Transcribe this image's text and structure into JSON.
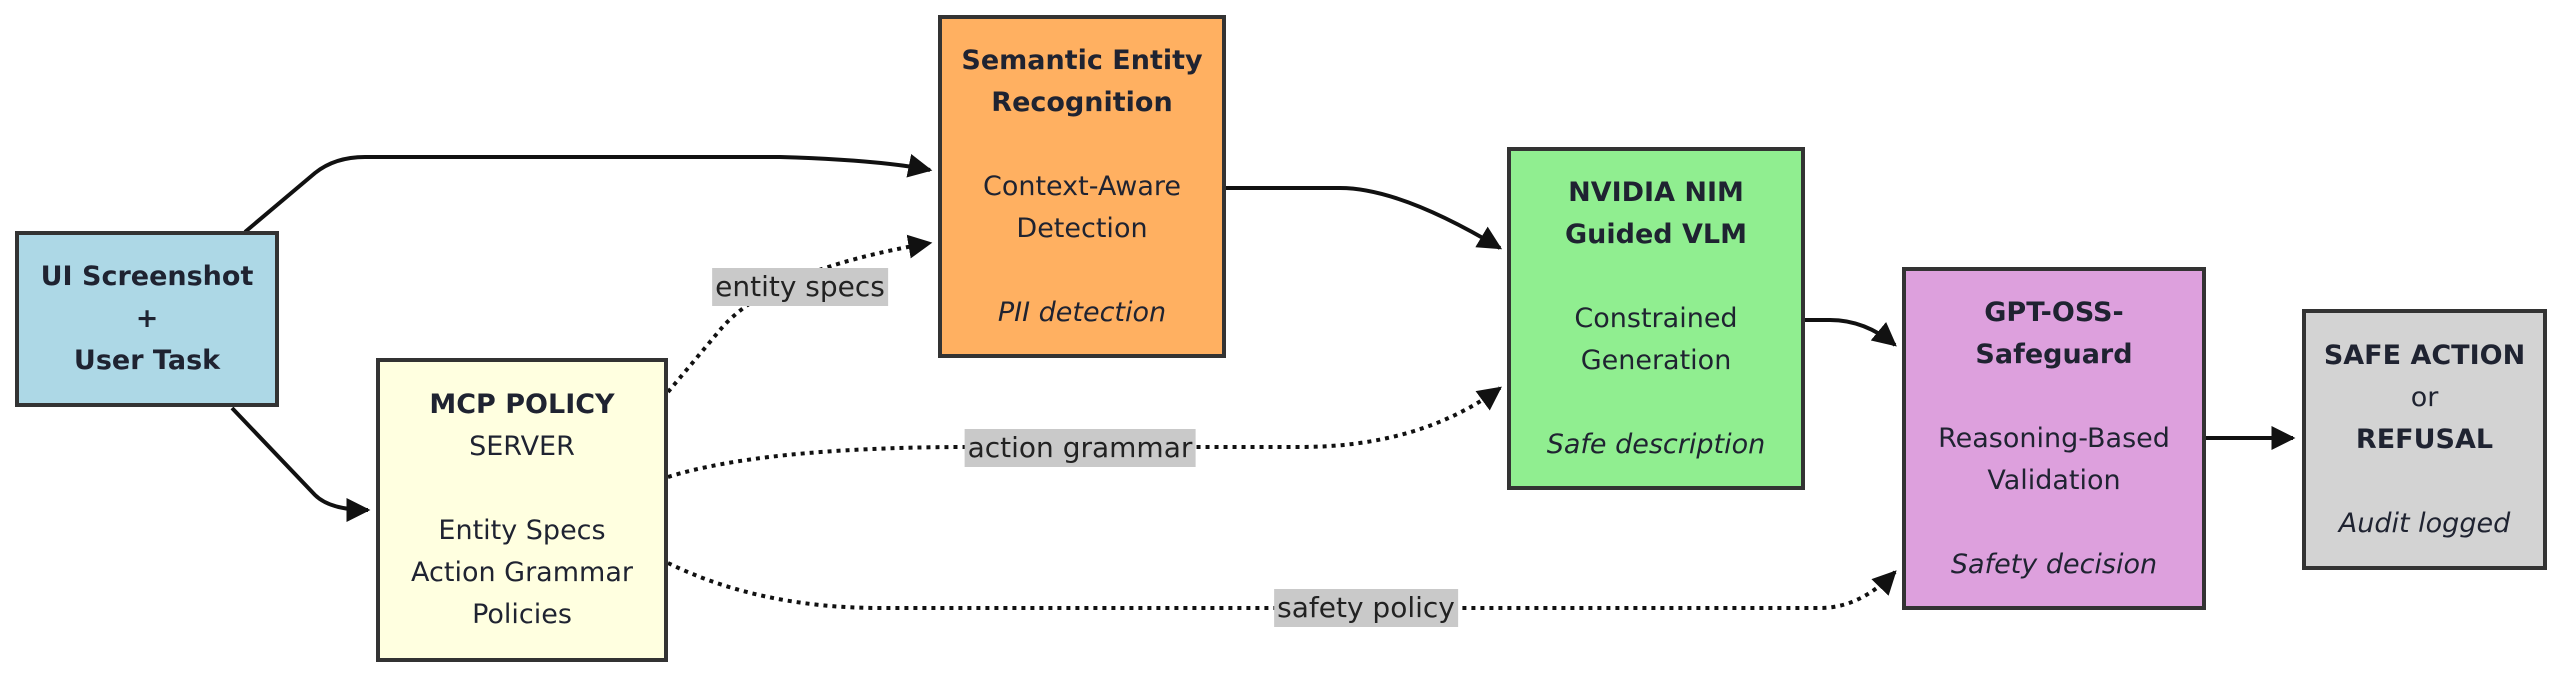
{
  "nodes": {
    "ui": {
      "line1": "UI Screenshot",
      "line2": "+",
      "line3": "User Task",
      "color": "#add8e6"
    },
    "mcp": {
      "title": "MCP POLICY",
      "subtitle": "SERVER",
      "line1": "Entity Specs",
      "line2": "Action Grammar",
      "line3": "Policies",
      "color": "#ffffe0"
    },
    "ser": {
      "title1": "Semantic Entity",
      "title2": "Recognition",
      "line1": "Context-Aware",
      "line2": "Detection",
      "note": "PII detection",
      "color": "#ffb061"
    },
    "nim": {
      "title1": "NVIDIA NIM",
      "title2": "Guided VLM",
      "line1": "Constrained",
      "line2": "Generation",
      "note": "Safe description",
      "color": "#90ee90"
    },
    "gpt": {
      "title1": "GPT-OSS-",
      "title2": "Safeguard",
      "line1": "Reasoning-Based",
      "line2": "Validation",
      "note": "Safety decision",
      "color": "#dda0dd"
    },
    "safe": {
      "title1": "SAFE ACTION",
      "mid": "or",
      "title2": "REFUSAL",
      "note": "Audit logged",
      "color": "#d3d3d3"
    }
  },
  "edge_labels": {
    "entity_specs": "entity specs",
    "action_grammar": "action grammar",
    "safety_policy": "safety policy"
  }
}
